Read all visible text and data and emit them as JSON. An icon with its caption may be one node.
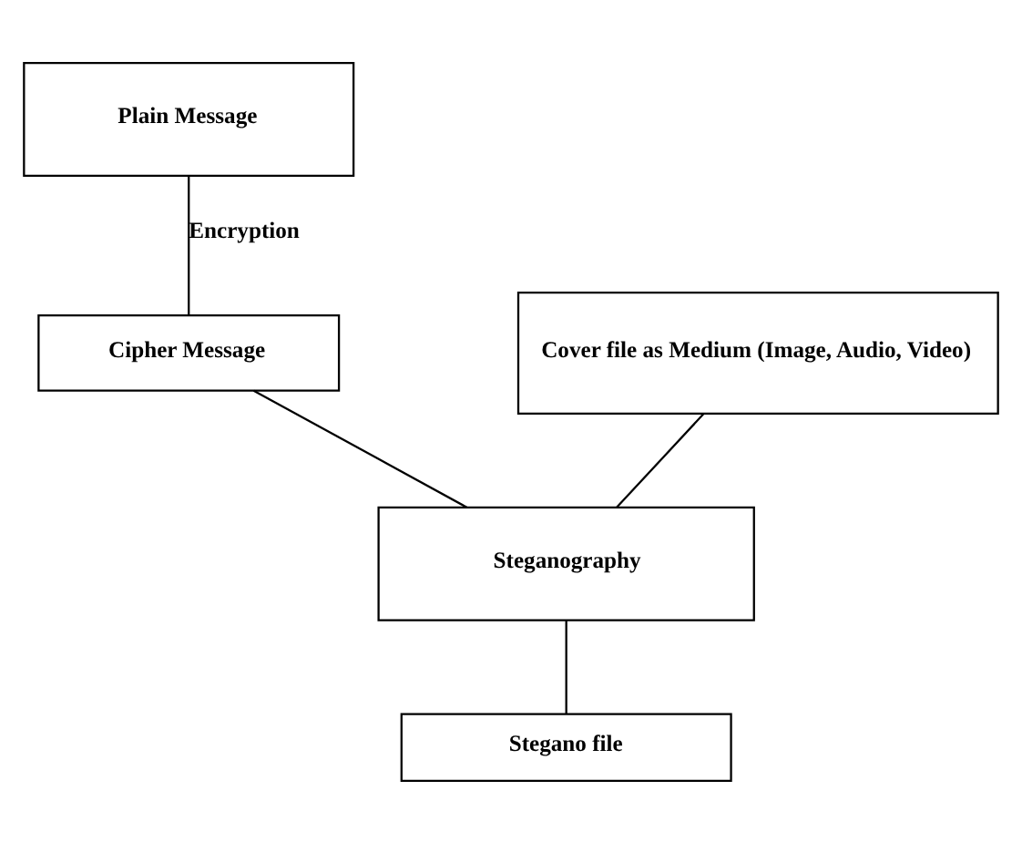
{
  "diagram": {
    "nodes": [
      {
        "text": [
          "Plain Message"
        ]
      },
      {
        "text": [
          "Cipher Message"
        ]
      },
      {
        "text": [
          "Cover file as Medium (Image, Audio, Video)"
        ]
      },
      {
        "text": [
          "Steganography"
        ]
      },
      {
        "text": [
          "Stegano file"
        ]
      }
    ],
    "edges": [
      {
        "from": 0,
        "to": 1,
        "arrow": "none",
        "label": "Encryption"
      },
      {
        "from": 1,
        "to": 3,
        "arrow": "none"
      },
      {
        "from": 2,
        "to": 3,
        "arrow": "none"
      },
      {
        "from": 3,
        "to": 4,
        "arrow": "none"
      }
    ]
  }
}
